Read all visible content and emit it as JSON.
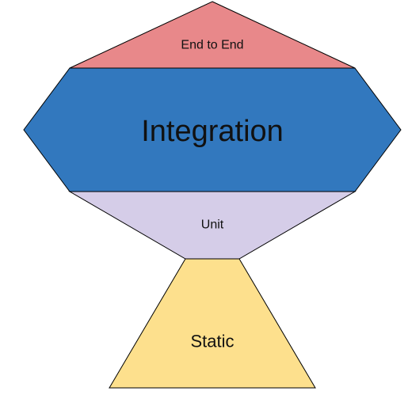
{
  "diagram": {
    "layers": [
      {
        "id": "end-to-end",
        "label": "End to End",
        "color": "#e8888a"
      },
      {
        "id": "integration",
        "label": "Integration",
        "color": "#3278be"
      },
      {
        "id": "unit",
        "label": "Unit",
        "color": "#d5cde8"
      },
      {
        "id": "static",
        "label": "Static",
        "color": "#fde08d"
      }
    ]
  }
}
